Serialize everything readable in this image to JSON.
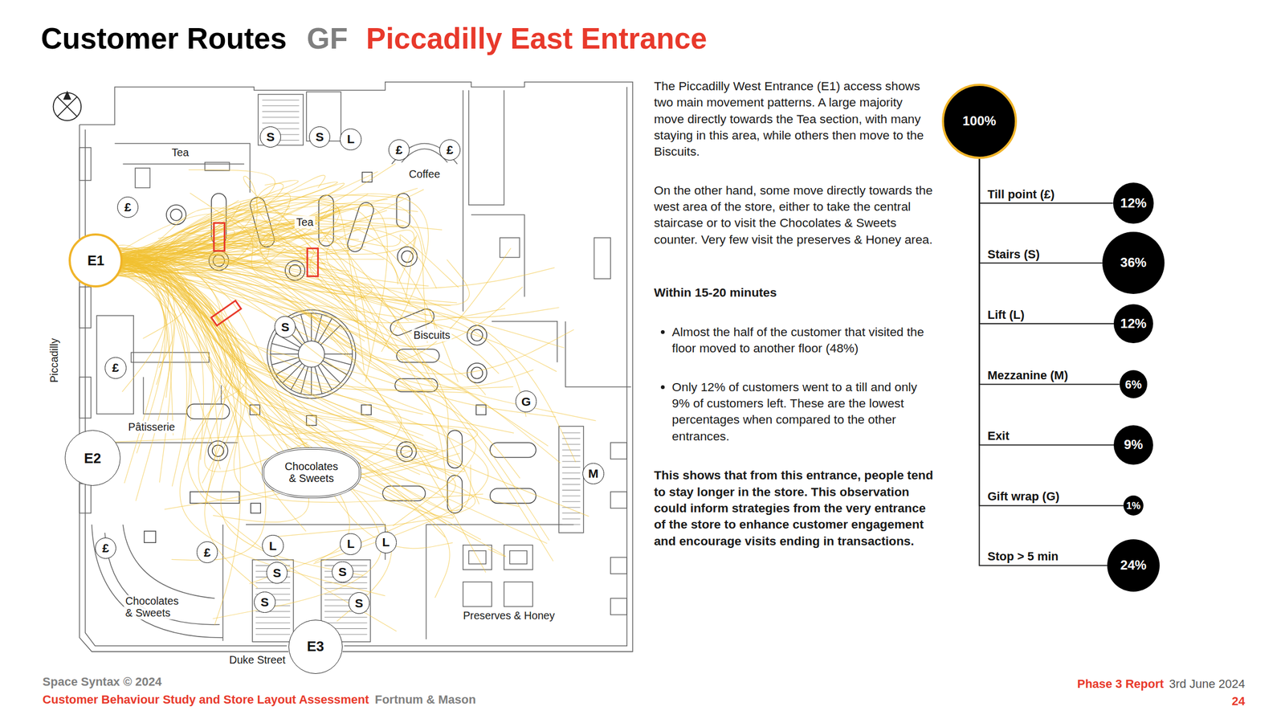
{
  "diagram": {
    "title": "Customer Routes",
    "nodes": [
      {
        "text": [
          "S"
        ]
      },
      {
        "text": [
          "S"
        ]
      },
      {
        "text": [
          "L"
        ]
      },
      {
        "text": [
          "£"
        ]
      },
      {
        "text": [
          "£"
        ]
      },
      {
        "text": [
          "£"
        ]
      },
      {
        "text": [
          "E1"
        ]
      },
      {
        "text": [
          "S"
        ]
      },
      {
        "text": [
          "£"
        ]
      },
      {
        "text": [
          "G"
        ]
      },
      {
        "text": [
          "E2"
        ]
      },
      {
        "text": [
          "Chocolates & Sweets"
        ]
      },
      {
        "text": [
          "M"
        ]
      },
      {
        "text": [
          "£"
        ]
      },
      {
        "text": [
          "£"
        ]
      },
      {
        "text": [
          "L"
        ]
      },
      {
        "text": [
          "L"
        ]
      },
      {
        "text": [
          "L"
        ]
      },
      {
        "text": [
          "S"
        ]
      },
      {
        "text": [
          "S"
        ]
      },
      {
        "text": [
          "S"
        ]
      },
      {
        "text": [
          "S"
        ]
      },
      {
        "text": [
          "E3"
        ]
      },
      {
        "text": [
          "100%"
        ]
      },
      {
        "text": [
          "12%"
        ]
      },
      {
        "text": [
          "36%"
        ]
      },
      {
        "text": [
          "12%"
        ]
      },
      {
        "text": [
          "6%"
        ]
      },
      {
        "text": [
          "9%"
        ]
      },
      {
        "text": [
          "1%"
        ]
      },
      {
        "text": [
          "24%"
        ]
      }
    ],
    "edges": [
      {
        "from": 23,
        "to": 24,
        "label": "Till point (£)",
        "arrow": "none"
      },
      {
        "from": 23,
        "to": 25,
        "label": "Stairs (S)",
        "arrow": "none"
      },
      {
        "from": 23,
        "to": 26,
        "label": "Lift (L)",
        "arrow": "none"
      },
      {
        "from": 23,
        "to": 27,
        "label": "Mezzanine (M)",
        "arrow": "none"
      },
      {
        "from": 23,
        "to": 28,
        "label": "Exit",
        "arrow": "none"
      },
      {
        "from": 23,
        "to": 29,
        "label": "Gift wrap (G)",
        "arrow": "none"
      },
      {
        "from": 23,
        "to": 30,
        "label": "Stop > 5 min",
        "arrow": "none"
      }
    ],
    "labels": [
      "GF",
      "Piccadilly East Entrance",
      "Tea",
      "Coffee",
      "Tea",
      "Biscuits",
      "Piccadilly",
      "Pâtisserie",
      "Chocolates & Sweets",
      "Preserves & Honey",
      "Duke Street",
      "The Piccadilly West Entrance (E1) access shows two main movement patterns. A large majority move directly towards the Tea section, with many staying in this area, while others then move to the Biscuits.",
      "On the other hand, some move directly towards the west area of the store, either to take the central staircase or to visit the Chocolates & Sweets counter. Very few visit the preserves & Honey area.",
      "Within 15-20 minutes",
      "Almost the half of the customer that visited the floor moved to another floor (48%)",
      "Only 12% of customers went to a till and only 9% of customers left. These are the lowest percentages when compared to the other entrances.",
      "This shows that from this entrance, people tend to stay longer in the store. This observation could inform strategies from the very entrance of the store to enhance customer engagement and encourage visits ending in transactions.",
      "Space Syntax © 2024",
      "Customer Behaviour Study and Store Layout Assessment",
      "Fortnum & Mason",
      "Phase 3 Report",
      "3rd June 2024",
      "24"
    ]
  }
}
